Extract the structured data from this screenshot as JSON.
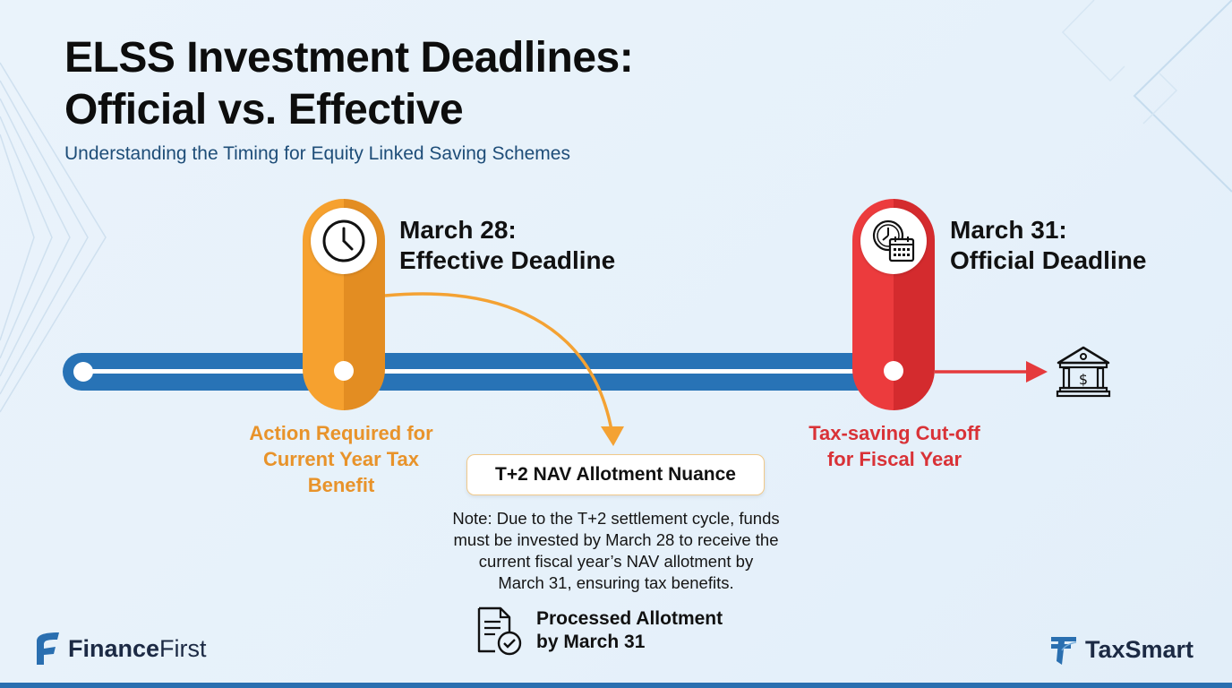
{
  "header": {
    "title_line1": "ELSS Investment Deadlines:",
    "title_line2": "Official vs. Effective",
    "subtitle": "Understanding the Timing for Equity Linked Saving Schemes"
  },
  "milestones": [
    {
      "id": "effective",
      "heading_line1": "March 28:",
      "heading_line2": "Effective Deadline",
      "caption_line1": "Action Required for",
      "caption_line2": "Current Year Tax",
      "caption_line3": "Benefit",
      "icon": "clock-icon",
      "color": "#f6a12f"
    },
    {
      "id": "official",
      "heading_line1": "March 31:",
      "heading_line2": "Official Deadline",
      "caption_line1": "Tax-saving Cut-off",
      "caption_line2": "for Fiscal Year",
      "icon": "clock-calendar-icon",
      "color": "#ec3b3d"
    }
  ],
  "nuance": {
    "title": "T+2 NAV Allotment Nuance",
    "note_line1": "Note: Due to the T+2 settlement cycle, funds",
    "note_line2": "must be invested by March 28 to receive the",
    "note_line3": "current fiscal year’s NAV allotment by",
    "note_line4": "March 31, ensuring tax benefits."
  },
  "processed": {
    "line1": "Processed Allotment",
    "line2": "by March 31",
    "icon": "document-check-icon"
  },
  "end_icon": "bank-icon",
  "logos": {
    "left_bold": "Finance",
    "left_regular": "First",
    "right_bold": "TaxSmart"
  },
  "colors": {
    "timeline": "#2873b6",
    "orange": "#f6a12f",
    "red": "#ec3b3d",
    "subtitle": "#1e4d78"
  }
}
